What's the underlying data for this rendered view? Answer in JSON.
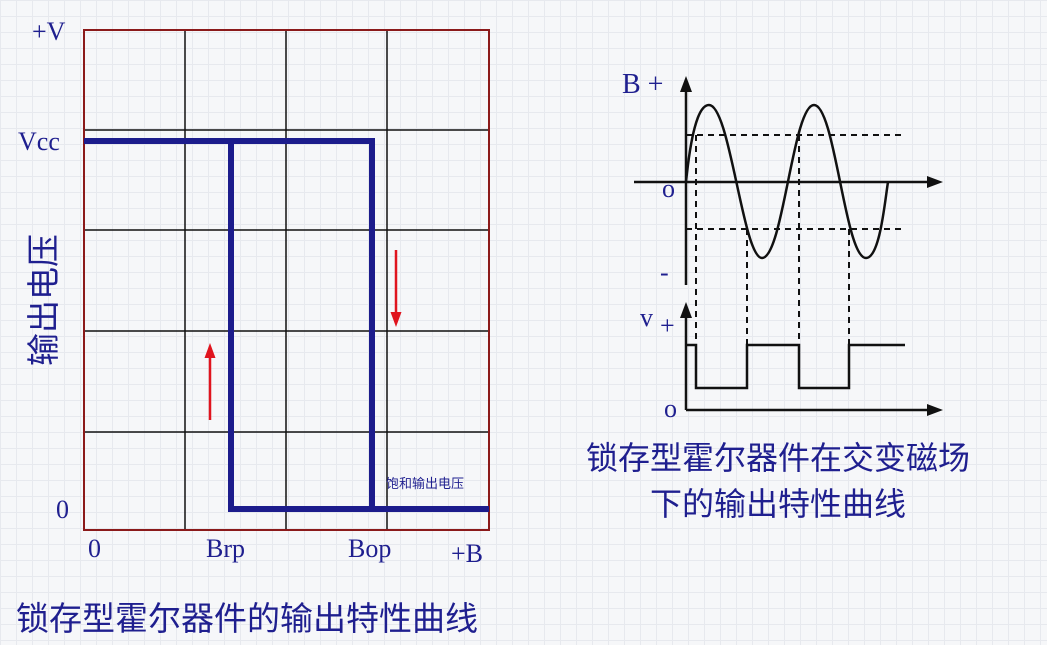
{
  "left_chart": {
    "y_top_label": "+V",
    "y_vcc_label": "Vcc",
    "y_zero_label": "0",
    "x_zero_label": "0",
    "x_brp_label": "Brp",
    "x_bop_label": "Bop",
    "x_end_label": "+B",
    "y_axis_title": "输出电压",
    "saturation_label": "饱和输出电压",
    "caption": "锁存型霍尔器件的输出特性曲线"
  },
  "right_chart": {
    "b_label": "B +",
    "origin_label_top": "o",
    "minus_label": "-",
    "v_label": "v",
    "v_plus": "+",
    "origin_label_bottom": "o",
    "caption_line1": "锁存型霍尔器件在交变磁场",
    "caption_line2": "下的输出特性曲线"
  },
  "colors": {
    "grid_border": "#8b1a1a",
    "grid_line": "#111111",
    "curve": "#1c1c8c",
    "arrow": "#e0141e",
    "label": "#1f1f8f"
  }
}
